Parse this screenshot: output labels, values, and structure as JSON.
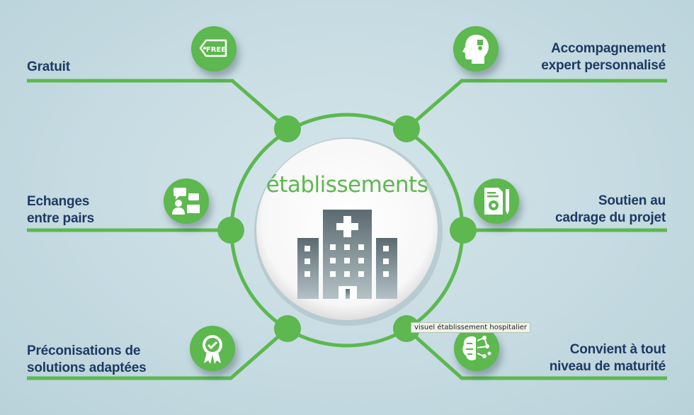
{
  "center": {
    "title": "établissements",
    "icon": "hospital-building-icon"
  },
  "benefits": [
    {
      "id": "gratuit",
      "lines": [
        "Gratuit"
      ],
      "icon": "free-tag-icon"
    },
    {
      "id": "echanges",
      "lines": [
        "Echanges",
        "entre pairs"
      ],
      "icon": "peer-exchange-icon"
    },
    {
      "id": "preconisations",
      "lines": [
        "Préconisations de",
        "solutions adaptées"
      ],
      "icon": "certified-badge-icon"
    },
    {
      "id": "accompagnement",
      "lines": [
        "Accompagnement",
        "expert personnalisé"
      ],
      "icon": "head-puzzle-icon"
    },
    {
      "id": "soutien",
      "lines": [
        "Soutien au",
        "cadrage du projet"
      ],
      "icon": "document-gear-icon"
    },
    {
      "id": "convient",
      "lines": [
        "Convient à tout",
        "niveau de maturité"
      ],
      "icon": "brain-network-icon"
    }
  ],
  "tooltip": "visuel établissement hospitalier",
  "colors": {
    "green": "#5cb84f",
    "navy": "#1d3a63",
    "background": "#c9dde3"
  }
}
